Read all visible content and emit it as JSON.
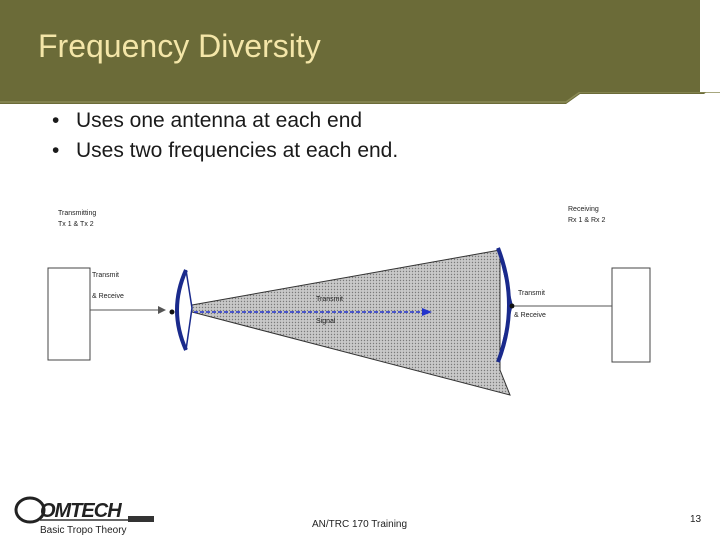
{
  "slide": {
    "title": "Frequency Diversity",
    "bullets": [
      "Uses one antenna at each end",
      "Uses two frequencies at each end."
    ]
  },
  "diagram": {
    "transmitting_line1": "Transmitting",
    "transmitting_line2": "Tx 1 & Tx 2",
    "receiving_line1": "Receiving",
    "receiving_line2": "Rx 1 & Rx 2",
    "left_transmit": "Transmit",
    "left_receive": "& Receive",
    "right_transmit": "Transmit",
    "right_receive": "& Receive",
    "signal_line1": "Transmit",
    "signal_line2": "Signal"
  },
  "footer": {
    "left": "Basic Tropo Theory",
    "center": "AN/TRC 170 Training",
    "page_number": "13",
    "logo_text": "OMTECH"
  },
  "colors": {
    "title_bar": "#6b6b38",
    "title_text": "#f4e6a8",
    "antenna": "#1a2a8c",
    "signal_arrow": "#2233cc"
  }
}
